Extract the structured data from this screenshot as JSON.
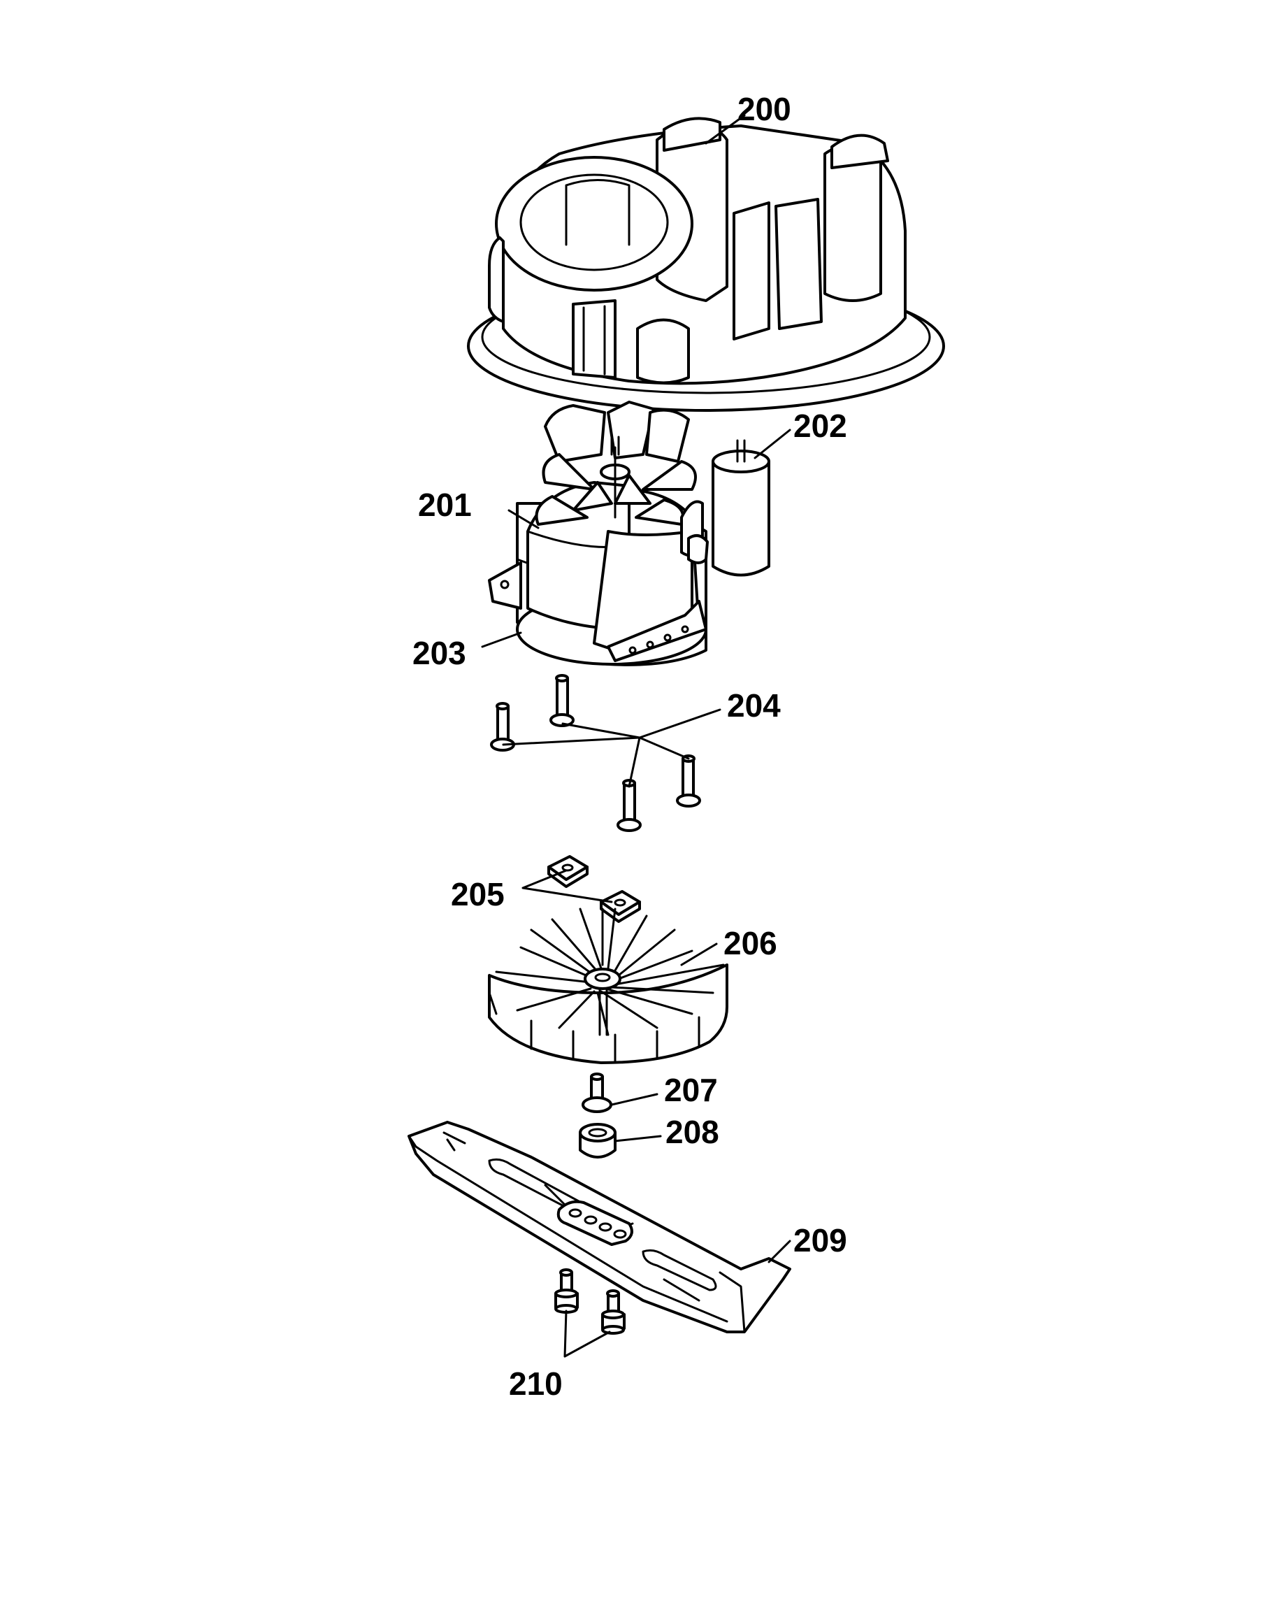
{
  "callouts": [
    {
      "id": "200",
      "text": "200"
    },
    {
      "id": "201",
      "text": "201"
    },
    {
      "id": "202",
      "text": "202"
    },
    {
      "id": "203",
      "text": "203"
    },
    {
      "id": "204",
      "text": "204"
    },
    {
      "id": "205",
      "text": "205"
    },
    {
      "id": "206",
      "text": "206"
    },
    {
      "id": "207",
      "text": "207"
    },
    {
      "id": "208",
      "text": "208"
    },
    {
      "id": "209",
      "text": "209"
    },
    {
      "id": "210",
      "text": "210"
    }
  ]
}
